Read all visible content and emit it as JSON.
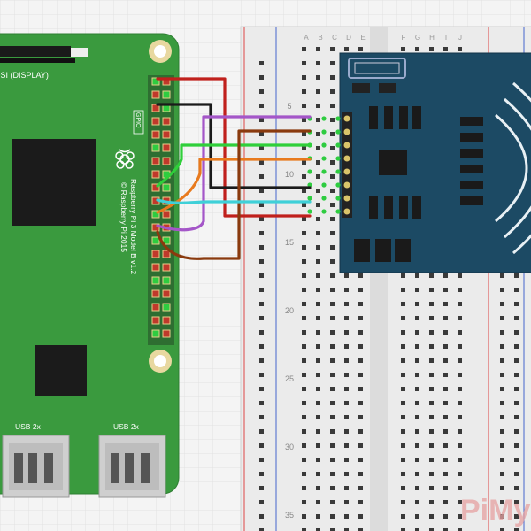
{
  "pi": {
    "dsi_label": "DSI (DISPLAY)",
    "gpio_label": "GPIO",
    "model_label": "Raspberry Pi 3 Model B v1.2",
    "copyright_label": "© Raspberry Pi 2015",
    "usb_left_label": "USB 2x",
    "usb_right_label": "USB 2x"
  },
  "breadboard": {
    "column_letters": [
      "A",
      "B",
      "C",
      "D",
      "E",
      "F",
      "G",
      "H",
      "I",
      "J"
    ],
    "row_numbers": [
      "5",
      "10",
      "15",
      "20",
      "25",
      "30",
      "35"
    ]
  },
  "watermark": "PiMy",
  "colors": {
    "pcb_green": "#3a9a3e",
    "rfid_blue": "#1c4a64",
    "wire_red": "#c0201c",
    "wire_black": "#1a1a1a",
    "wire_purple": "#a456c8",
    "wire_green": "#2fcf3a",
    "wire_orange": "#e87a1e",
    "wire_brown": "#8a3a0e",
    "wire_cyan": "#3fd0d8"
  }
}
